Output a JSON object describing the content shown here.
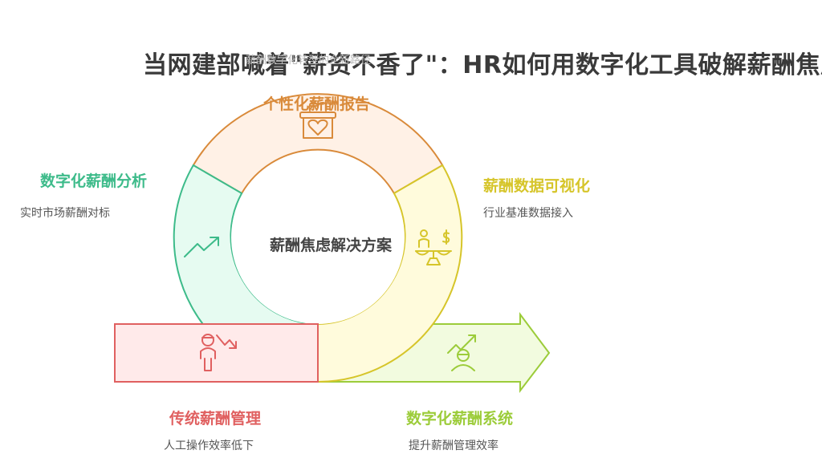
{
  "title": "当网建部喊着\"薪资不香了\"：HR如何用数字化工具破解薪酬焦虑",
  "subtitle": "薪酬数字化转型的全新路径",
  "center": "薪酬焦虑解决方案",
  "nodes": {
    "personalized_report": {
      "label": "个性化薪酬报告",
      "color": "#d98a3a"
    },
    "digital_analysis": {
      "label": "数字化薪酬分析",
      "desc": "实时市场薪酬对标",
      "color": "#3dbb8a"
    },
    "visualization": {
      "label": "薪酬数据可视化",
      "desc": "行业基准数据接入",
      "color": "#d6c52a"
    },
    "traditional": {
      "label": "传统薪酬管理",
      "desc": "人工操作效率低下",
      "color": "#e06060"
    },
    "digital_system": {
      "label": "数字化薪酬系统",
      "desc": "提升薪酬管理效率",
      "color": "#9ccc3a"
    }
  }
}
